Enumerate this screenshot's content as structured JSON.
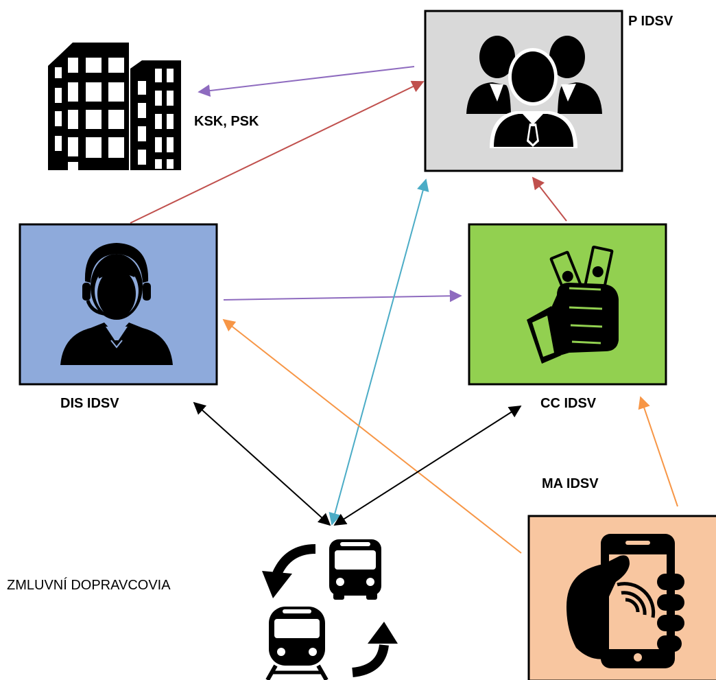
{
  "nodes": {
    "ksk_psk": {
      "label": "KSK, PSK"
    },
    "p_idsv": {
      "label": "P IDSV",
      "fill": "#d9d9d9"
    },
    "dis_idsv": {
      "label": "DIS IDSV",
      "fill": "#8eaadb"
    },
    "cc_idsv": {
      "label": "CC IDSV",
      "fill": "#92d050"
    },
    "ma_idsv": {
      "label": "MA IDSV",
      "fill": "#f8c6a0"
    },
    "carriers": {
      "label": "ZMLUVNÍ DOPRAVCOVIA"
    }
  },
  "colors": {
    "purple": "#8e6bbf",
    "red": "#c0504d",
    "cyan": "#4bacc6",
    "orange": "#f79646",
    "black": "#000000"
  },
  "edges": [
    {
      "from": "p_idsv",
      "to": "ksk_psk",
      "color": "purple",
      "bidirectional": false
    },
    {
      "from": "dis_idsv",
      "to": "p_idsv",
      "color": "red",
      "bidirectional": false
    },
    {
      "from": "cc_idsv",
      "to": "p_idsv",
      "color": "red",
      "bidirectional": false
    },
    {
      "from": "dis_idsv",
      "to": "cc_idsv",
      "color": "purple",
      "bidirectional": false
    },
    {
      "from": "carriers",
      "to": "p_idsv",
      "color": "cyan",
      "bidirectional": true
    },
    {
      "from": "ma_idsv",
      "to": "dis_idsv",
      "color": "orange",
      "bidirectional": false
    },
    {
      "from": "ma_idsv",
      "to": "cc_idsv",
      "color": "orange",
      "bidirectional": false
    },
    {
      "from": "carriers",
      "to": "dis_idsv",
      "color": "black",
      "bidirectional": true
    },
    {
      "from": "carriers",
      "to": "cc_idsv",
      "color": "black",
      "bidirectional": true
    }
  ],
  "icons": [
    "building-icon",
    "business-group-icon",
    "call-center-operator-icon",
    "money-hand-icon",
    "hand-smartphone-icon",
    "bus-icon",
    "train-icon",
    "cycle-arrow-icon"
  ]
}
